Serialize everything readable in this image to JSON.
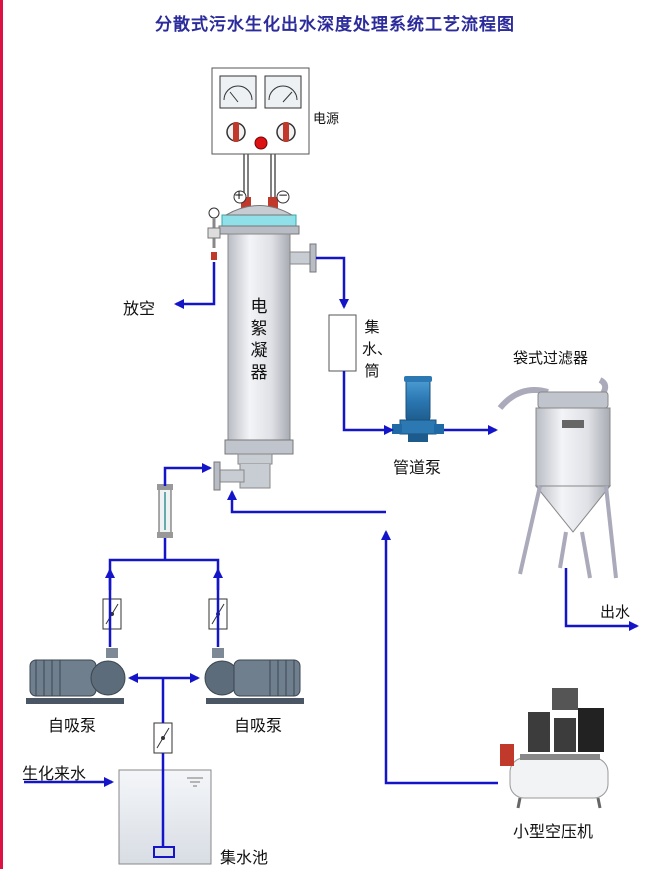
{
  "title": "分散式污水生化出水深度处理系统工艺流程图",
  "labels": {
    "power": "电源",
    "electro": "电絮凝器",
    "vent": "放空",
    "collector": "集水、筒",
    "bag_filter": "袋式过滤器",
    "pipe_pump": "管道泵",
    "outlet": "出水",
    "pump_left": "自吸泵",
    "pump_right": "自吸泵",
    "inflow": "生化来水",
    "tank": "集水池",
    "compressor": "小型空压机",
    "plus": "+",
    "minus": "−"
  },
  "colors": {
    "pipe": "#1414c8",
    "title": "#2b2b9b",
    "metal": "#c9ccd4",
    "pump_body": "#3a8fc9"
  }
}
